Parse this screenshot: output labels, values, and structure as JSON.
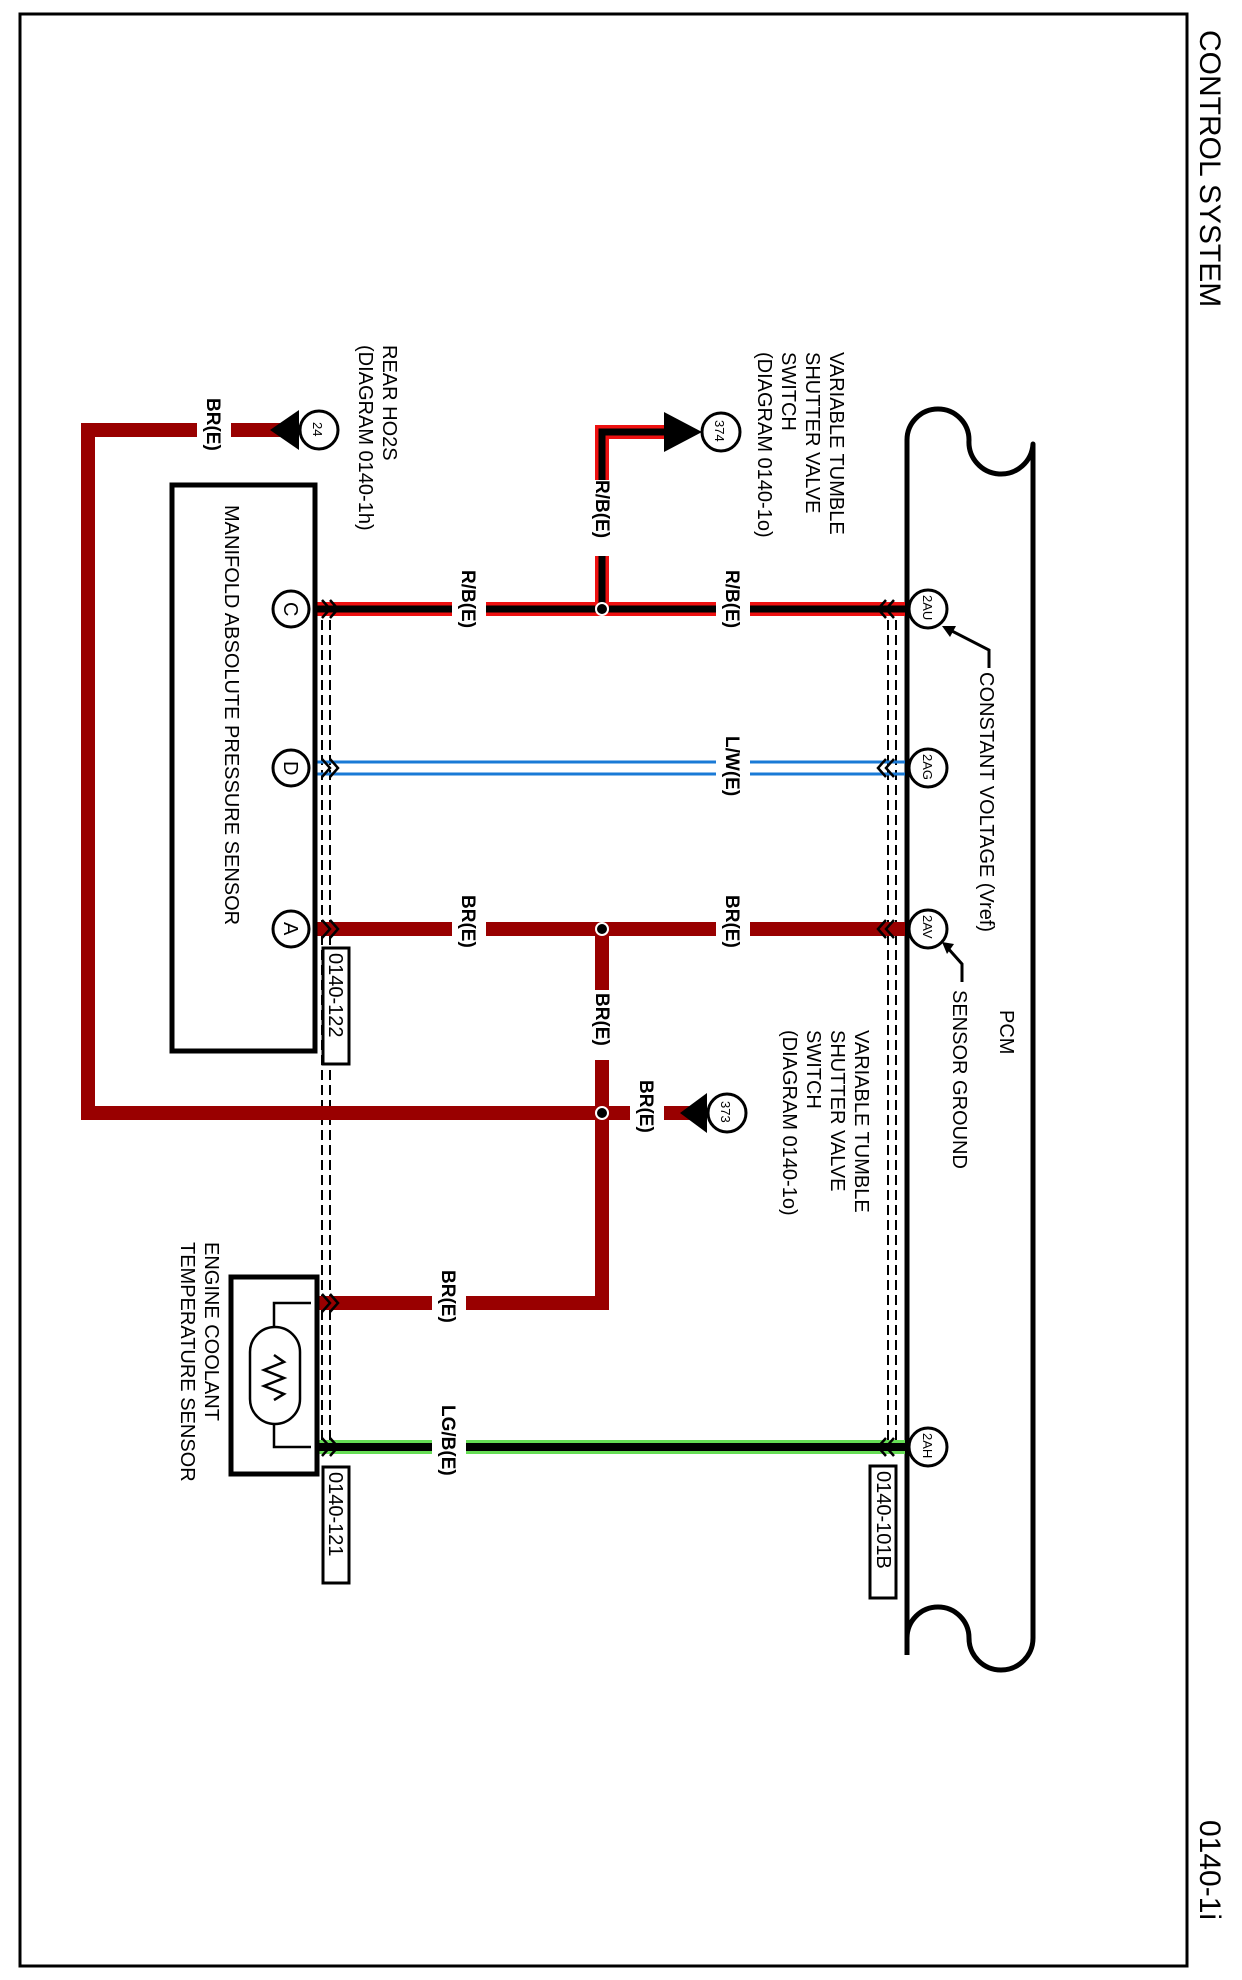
{
  "header": {
    "title": "CONTROL SYSTEM",
    "page_id": "0140-1i"
  },
  "colors": {
    "br_wire": "#990000",
    "rb_outer": "#ee1111",
    "rb_stripe": "#000000",
    "lw_wire": "#1a7ad6",
    "lgb_outer": "#66dd55",
    "lgb_stripe": "#000000"
  },
  "pcm": {
    "label": "PCM",
    "connector_id": "0140-101B",
    "pins": [
      {
        "id": "2AU",
        "note": "CONSTANT VOLTAGE (Vref)"
      },
      {
        "id": "2AG"
      },
      {
        "id": "2AV",
        "note": "SENSOR GROUND"
      },
      {
        "id": "2AH"
      }
    ]
  },
  "map_sensor": {
    "label": "MANIFOLD ABSOLUTE PRESSURE SENSOR",
    "connector_id": "0140-122",
    "pins": [
      "C",
      "D",
      "A"
    ]
  },
  "ect_sensor": {
    "label_line1": "ENGINE COOLANT",
    "label_line2": "TEMPERATURE SENSOR",
    "connector_id": "0140-121"
  },
  "references": [
    {
      "id": "374",
      "line1": "VARIABLE TUMBLE",
      "line2": "SHUTTER VALVE",
      "line3": "SWITCH",
      "line4": "(DIAGRAM 0140-1o)"
    },
    {
      "id": "373",
      "line1": "VARIABLE TUMBLE",
      "line2": "SHUTTER VALVE",
      "line3": "SWITCH",
      "line4": "(DIAGRAM 0140-1o)"
    },
    {
      "id": "24",
      "line1": "REAR HO2S",
      "line2": "(DIAGRAM 0140-1h)"
    }
  ],
  "wires": {
    "rb": "R/B(E)",
    "lw": "L/W(E)",
    "br": "BR(E)",
    "lgb": "LG/B(E)"
  }
}
